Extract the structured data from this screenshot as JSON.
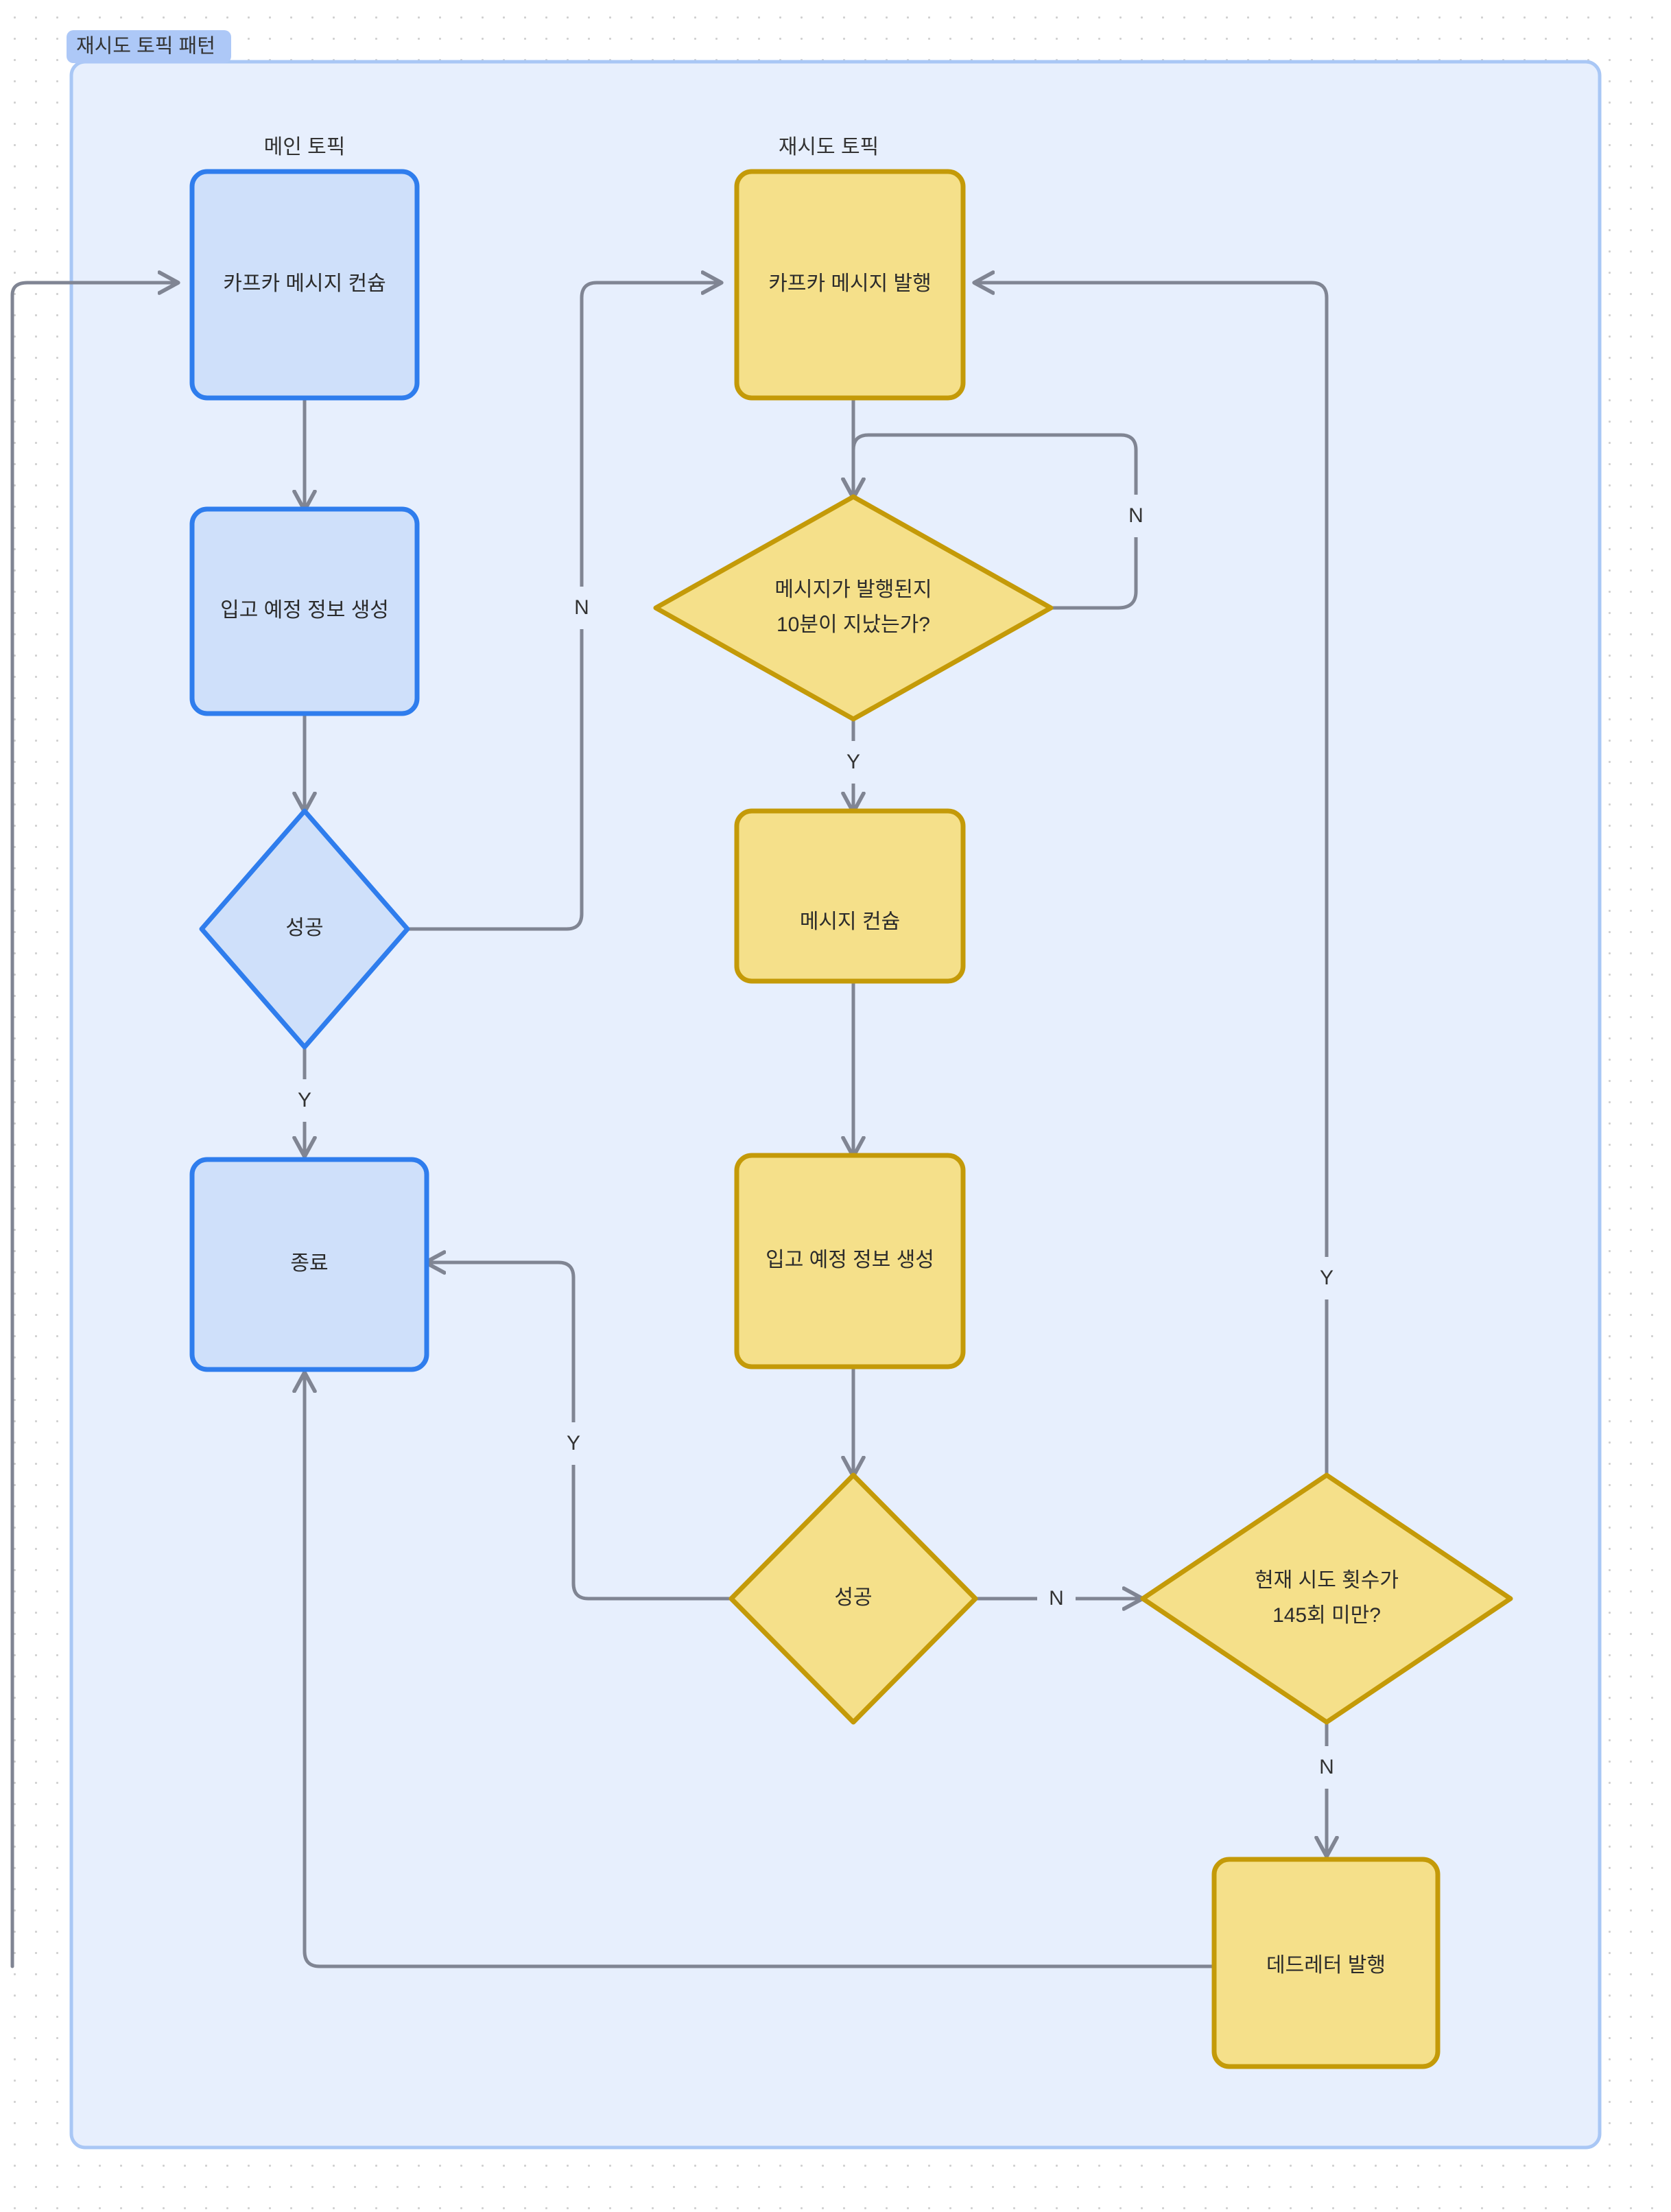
{
  "diagram": {
    "title": "재시도 토픽 패턴",
    "background_color": "#ffffff",
    "group_fill": "#e7effd",
    "group_border": "#a9c7f5",
    "title_badge_fill": "#adc8f7",
    "edge_color": "#808593",
    "blue_fill": "#cfe0fa",
    "blue_border": "#2f7ded",
    "yellow_fill": "#f5e08a",
    "yellow_border": "#c49a08"
  },
  "lanes": [
    {
      "id": "main",
      "title": "메인 토픽"
    },
    {
      "id": "retry",
      "title": "재시도 토픽"
    }
  ],
  "nodes": [
    {
      "id": "n1",
      "label": "카프카 메시지 컨슘",
      "shape": "box",
      "lane": "main"
    },
    {
      "id": "n2",
      "label": "입고 예정 정보 생성",
      "shape": "box",
      "lane": "main"
    },
    {
      "id": "n3",
      "label": "성공",
      "shape": "diamond",
      "lane": "main"
    },
    {
      "id": "n4",
      "label": "종료",
      "shape": "box",
      "lane": "main"
    },
    {
      "id": "n5",
      "label": "카프카 메시지 발행",
      "shape": "box",
      "lane": "retry"
    },
    {
      "id": "n6",
      "label_line1": "메시지가 발행된지",
      "label_line2": "10분이 지났는가?",
      "shape": "diamond",
      "lane": "retry"
    },
    {
      "id": "n7",
      "label": "메시지 컨슘",
      "shape": "box",
      "lane": "retry"
    },
    {
      "id": "n8",
      "label": "입고 예정 정보 생성",
      "shape": "box",
      "lane": "retry"
    },
    {
      "id": "n9",
      "label": "성공",
      "shape": "diamond",
      "lane": "retry"
    },
    {
      "id": "n10",
      "label_line1": "현재 시도 횟수가",
      "label_line2": "145회 미만?",
      "shape": "diamond",
      "lane": "retry"
    },
    {
      "id": "n11",
      "label": "데드레터 발행",
      "shape": "box",
      "lane": "retry"
    }
  ],
  "edge_labels": {
    "main_success_no": "N",
    "main_success_yes": "Y",
    "retry_wait_no": "N",
    "retry_wait_yes": "Y",
    "retry_success_yes": "Y",
    "retry_success_no": "N",
    "retry_count_yes": "Y",
    "retry_count_no": "N"
  },
  "edges": [
    {
      "from": "start-left",
      "to": "n1",
      "label": ""
    },
    {
      "from": "n1",
      "to": "n2",
      "label": ""
    },
    {
      "from": "n2",
      "to": "n3",
      "label": ""
    },
    {
      "from": "n3",
      "to": "n5",
      "label": "N"
    },
    {
      "from": "n3",
      "to": "n4",
      "label": "Y"
    },
    {
      "from": "n5",
      "to": "n6",
      "label": ""
    },
    {
      "from": "n6",
      "to": "n6",
      "label": "N"
    },
    {
      "from": "n6",
      "to": "n7",
      "label": "Y"
    },
    {
      "from": "n7",
      "to": "n8",
      "label": ""
    },
    {
      "from": "n8",
      "to": "n9",
      "label": ""
    },
    {
      "from": "n9",
      "to": "n4",
      "label": "Y"
    },
    {
      "from": "n9",
      "to": "n10",
      "label": "N"
    },
    {
      "from": "n10",
      "to": "n5",
      "label": "Y"
    },
    {
      "from": "n10",
      "to": "n11",
      "label": "N"
    },
    {
      "from": "n11",
      "to": "n4",
      "label": ""
    }
  ]
}
